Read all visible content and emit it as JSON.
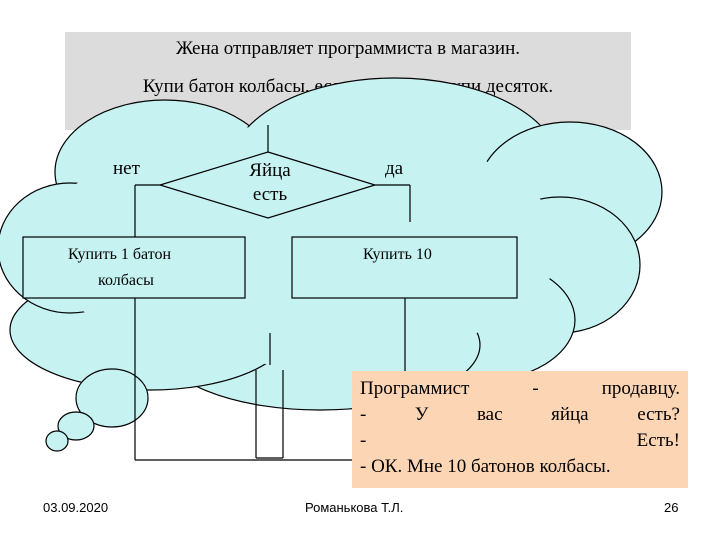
{
  "title": {
    "line1": "Жена отправляет программиста в магазин.",
    "line2": "Купи батон колбасы, если есть яйца, купи десяток."
  },
  "flowchart": {
    "decision": {
      "line1": "Яйца",
      "line2": "есть"
    },
    "branch_no": "нет",
    "branch_yes": "да",
    "process_left": {
      "line1": "Купить 1 батон",
      "line2": "колбасы"
    },
    "process_right": "Купить 10"
  },
  "note": {
    "line1": [
      "Программист",
      "-",
      "продавцу."
    ],
    "line2": [
      "-",
      "У",
      "вас",
      "яйца",
      "есть?"
    ],
    "line3": [
      "-",
      "Есть!"
    ],
    "line4": [
      "- ОК. Мне 10 батонов колбасы."
    ]
  },
  "footer": {
    "date": "03.09.2020",
    "author": "Романькова Т.Л.",
    "page": "26"
  },
  "colors": {
    "title_bg": "#dcdcdc",
    "cloud_fill": "#c6f2f2",
    "note_bg": "#fcd5b4"
  }
}
